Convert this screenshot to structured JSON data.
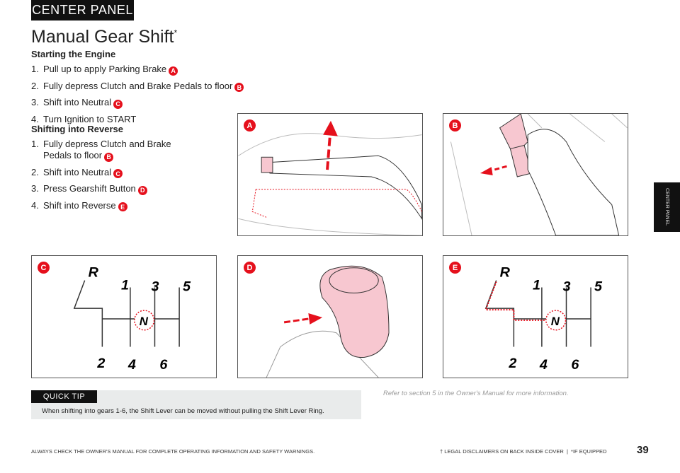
{
  "header": {
    "tab": "CENTER PANEL",
    "title": "Manual Gear Shift",
    "title_mark": "*"
  },
  "starting": {
    "heading": "Starting the Engine",
    "steps": [
      {
        "n": "1.",
        "text": "Pull up to apply Parking Brake",
        "badge": "A"
      },
      {
        "n": "2.",
        "text": "Fully depress Clutch and Brake Pedals to floor",
        "badge": "B"
      },
      {
        "n": "3.",
        "text": "Shift into Neutral",
        "badge": "C"
      },
      {
        "n": "4.",
        "text": "Turn Ignition to START"
      }
    ]
  },
  "reverse": {
    "heading": "Shifting into Reverse",
    "steps": [
      {
        "n": "1.",
        "text": "Fully depress Clutch and Brake Pedals to floor",
        "badge": "B"
      },
      {
        "n": "2.",
        "text": "Shift into Neutral",
        "badge": "C"
      },
      {
        "n": "3.",
        "text": "Press Gearshift Button",
        "badge": "D"
      },
      {
        "n": "4.",
        "text": "Shift into Reverse",
        "badge": "E"
      }
    ]
  },
  "figures": {
    "a": "A",
    "b": "B",
    "c": "C",
    "d": "D",
    "e": "E"
  },
  "gears": {
    "r": "R",
    "n": "N",
    "g1": "1",
    "g2": "2",
    "g3": "3",
    "g4": "4",
    "g5": "5",
    "g6": "6"
  },
  "side_tab": "CENTER PANEL",
  "quick_tip": {
    "label": "QUICK TIP",
    "text": "When shifting into gears 1-6, the Shift Lever can be moved without pulling the Shift Lever Ring."
  },
  "refer": "Refer to section 5 in the Owner's Manual for more information.",
  "footer": {
    "left": "ALWAYS CHECK THE OWNER'S MANUAL FOR COMPLETE OPERATING INFORMATION AND SAFETY WARNINGS.",
    "right": "† LEGAL DISCLAIMERS ON BACK INSIDE COVER  |  *IF EQUIPPED",
    "page": "39"
  },
  "colors": {
    "accent": "#e5101c",
    "pink": "#f7c7d0"
  }
}
